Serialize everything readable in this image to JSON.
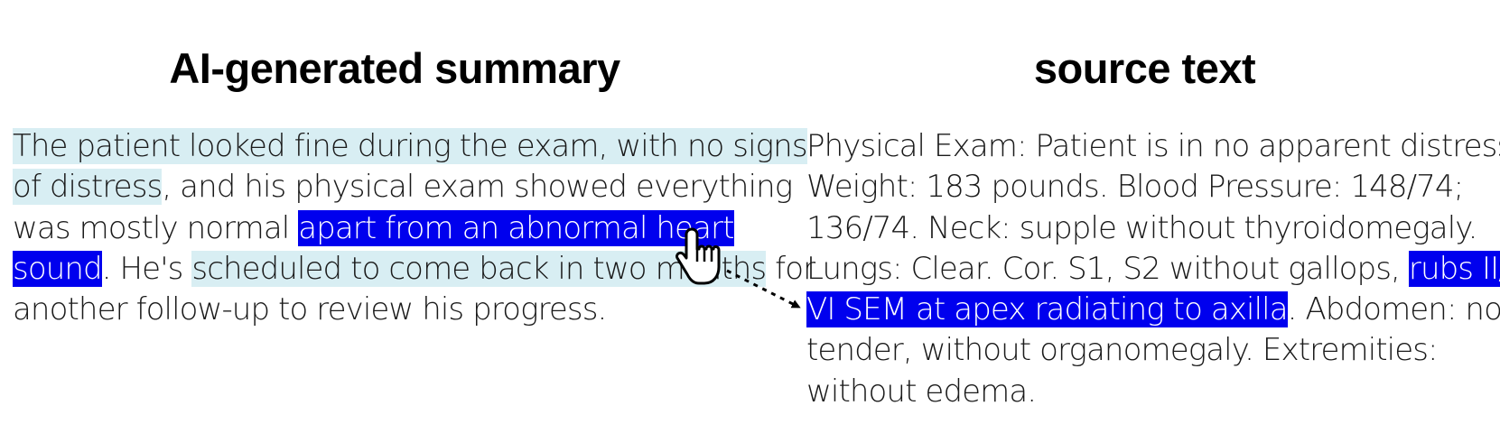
{
  "titles": {
    "summary": "AI-generated summary",
    "source": "source text"
  },
  "summary": {
    "l1_a": "The patient looked fine during the exam, with no signs",
    "l2_a": "of distress",
    "l2_b": ", and his physical exam showed everything",
    "l3_a": "was mostly normal ",
    "l3_b": "apart from an abnormal heart",
    "l4_a": "sound",
    "l4_b": ". He's ",
    "l4_c": "scheduled to come back in two months",
    "l4_d": " for",
    "l5_a": "another follow-up to review his progress."
  },
  "source": {
    "l1": "Physical Exam: Patient is in no apparent distress.",
    "l2": "Weight: 183 pounds. Blood Pressure: 148/74;",
    "l3": "136/74. Neck: supple without thyroidomegaly.",
    "l4_a": "Lungs: Clear. Cor. S1, S2 without gallops, ",
    "l4_b": "rubs II/",
    "l5_a": "VI SEM at apex radiating to axilla",
    "l5_b": ". Abdomen: non-",
    "l6": "tender, without organomegaly. Extremities:",
    "l7": "without edema."
  },
  "colors": {
    "light_highlight": "#d8eef3",
    "strong_highlight": "#0000ee"
  },
  "icons": {
    "cursor": "hand-pointer-icon",
    "arrow": "dotted-arrow"
  }
}
